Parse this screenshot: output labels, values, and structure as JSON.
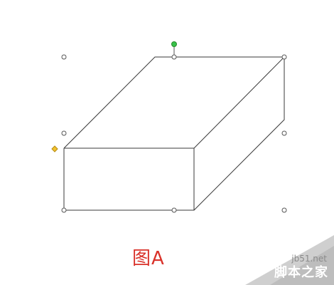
{
  "figure": {
    "caption": "图A"
  },
  "watermark": {
    "url": "jb51.net",
    "brand": "脚本之家"
  },
  "colors": {
    "caption": "#d9322a",
    "shape_stroke": "#3a3a3a",
    "handle_fill": "#ffffff",
    "handle_stroke": "#555555",
    "rotate_handle": "#37c24a",
    "adjust_handle": "#f2c22f",
    "watermark_band": "#c7c7c7"
  },
  "shape": {
    "type": "cube",
    "selected": true
  },
  "icons": {
    "rotate": "rotate-handle-icon",
    "adjust": "adjust-handle-icon",
    "resize": "resize-handle-icon"
  }
}
